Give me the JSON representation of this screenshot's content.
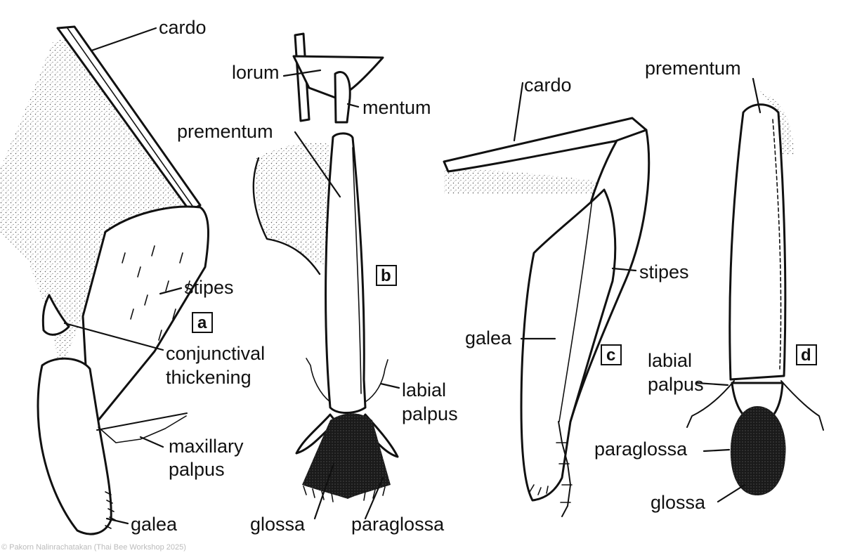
{
  "panels": {
    "a": {
      "letter": "a",
      "labels": {
        "cardo": "cardo",
        "stipes": "stipes",
        "conjunctival_1": "conjunctival",
        "conjunctival_2": "thickening",
        "maxillary_1": "maxillary",
        "maxillary_2": "palpus",
        "galea": "galea"
      }
    },
    "b": {
      "letter": "b",
      "labels": {
        "lorum": "lorum",
        "mentum": "mentum",
        "prementum": "prementum",
        "labial_1": "labial",
        "labial_2": "palpus",
        "glossa": "glossa",
        "paraglossa": "paraglossa"
      }
    },
    "c": {
      "letter": "c",
      "labels": {
        "cardo": "cardo",
        "stipes": "stipes",
        "galea": "galea"
      }
    },
    "d": {
      "letter": "d",
      "labels": {
        "prementum": "prementum",
        "labial_1": "labial",
        "labial_2": "palpus",
        "paraglossa": "paraglossa",
        "glossa": "glossa"
      }
    }
  },
  "credit": "© Pakorn Nalinrachatakan (Thai Bee Workshop 2025)"
}
